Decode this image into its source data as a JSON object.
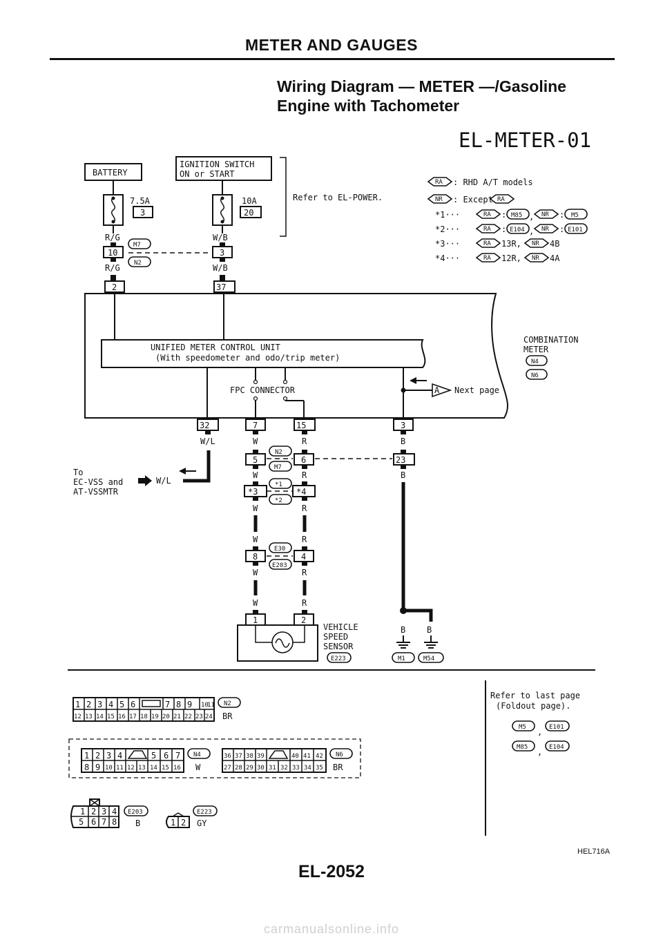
{
  "header": {
    "section_title": "METER AND GAUGES"
  },
  "page_title": [
    "Wiring Diagram — METER —/Gasoline",
    "Engine with Tachometer"
  ],
  "diagram_code": "EL-METER-01",
  "battery_label": "BATTERY",
  "ignition_label": [
    "IGNITION SWITCH",
    "ON or START"
  ],
  "fuses": [
    {
      "rating": "7.5A",
      "number": "3"
    },
    {
      "rating": "10A",
      "number": "20"
    }
  ],
  "refer_power": "Refer to EL-POWER.",
  "legend": {
    "ra_def": ": RHD A/T models",
    "nr_def": ": Except",
    "star1": "*1···",
    "star2": "*2···",
    "star3": "*3···",
    "star4": "*4···",
    "star3_ra": "13R,",
    "star3_nr": "4B",
    "star4_ra": "12R,",
    "star4_nr": "4A",
    "colon": ":",
    "comma": ","
  },
  "tags": {
    "ra": "RA",
    "nr": "NR",
    "m85": "M85",
    "m5": "M5",
    "e104": "E104",
    "e101": "E101",
    "m7": "M7",
    "n2": "N2",
    "n4": "N4",
    "n6": "N6",
    "star1": "*1",
    "star2": "*2",
    "e30": "E30",
    "e203": "E203",
    "e223": "E223",
    "m1": "M1",
    "m54": "M54"
  },
  "wires": {
    "rg": "R/G",
    "wb": "W/B",
    "wl": "W/L",
    "w": "W",
    "r": "R",
    "b": "B"
  },
  "pins": {
    "p10": "10",
    "p3": "3",
    "p2": "2",
    "p37": "37",
    "p32": "32",
    "p7": "7",
    "p15": "15",
    "p5": "5",
    "p6": "6",
    "p23": "23",
    "p3s": "*3",
    "p4s": "*4",
    "p8": "8",
    "p4": "4",
    "p1": "1"
  },
  "combination_meter": [
    "COMBINATION",
    "METER"
  ],
  "unified_unit": [
    "UNIFIED METER CONTROL UNIT",
    "(With speedometer and odo/trip meter)"
  ],
  "fpc_connector": "FPC CONNECTOR",
  "next_page": {
    "marker": "A",
    "label": "Next page"
  },
  "to_ec_vss": [
    "To",
    "EC-VSS and",
    "AT-VSSMTR"
  ],
  "speed_sensor": [
    "VEHICLE",
    "SPEED",
    "SENSOR"
  ],
  "connectors": {
    "n2_row1": [
      "1",
      "2",
      "3",
      "4",
      "5",
      "6",
      "",
      "7",
      "8",
      "9",
      "10",
      "11"
    ],
    "n2_row2": [
      "12",
      "13",
      "14",
      "15",
      "16",
      "17",
      "18",
      "19",
      "20",
      "21",
      "22",
      "23",
      "24"
    ],
    "n2_color": "BR",
    "n4_row1": [
      "1",
      "2",
      "3",
      "4",
      "",
      "5",
      "6",
      "7"
    ],
    "n4_row2": [
      "8",
      "9",
      "10",
      "11",
      "12",
      "13",
      "14",
      "15",
      "16"
    ],
    "n4_color": "W",
    "n6_row1": [
      "36",
      "37",
      "38",
      "39",
      "",
      "40",
      "41",
      "42"
    ],
    "n6_row2": [
      "27",
      "28",
      "29",
      "30",
      "31",
      "32",
      "33",
      "34",
      "35"
    ],
    "n6_color": "BR",
    "e203_row1": [
      "1",
      "2",
      "3",
      "4"
    ],
    "e203_row2": [
      "5",
      "6",
      "7",
      "8"
    ],
    "e203_color": "B",
    "e223_pins": [
      "1",
      "2"
    ],
    "e223_color": "GY"
  },
  "refer_last_page": [
    "Refer to last page",
    "(Foldout page)."
  ],
  "figure_code": "HEL716A",
  "page_number": "EL-2052",
  "watermark": "carmanualsonline.info"
}
